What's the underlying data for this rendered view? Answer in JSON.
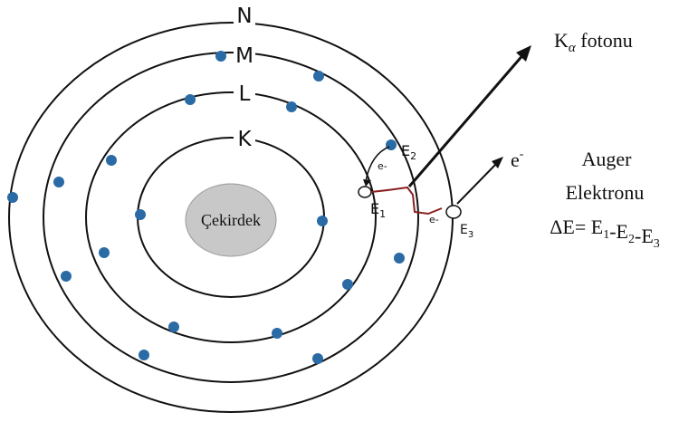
{
  "shells": {
    "k_label": "K",
    "l_label": "L",
    "m_label": "M",
    "n_label": "N"
  },
  "nucleus": {
    "label": "Çekirdek"
  },
  "photon": {
    "label_main": "K",
    "label_sub": "α",
    "label_rest": " fotonu"
  },
  "electron": {
    "symbol": "e",
    "charge": "-"
  },
  "auger": {
    "title": "Auger",
    "subtitle": "Elektronu",
    "equation": "ΔE= E1-E2-E3"
  },
  "levels": {
    "e1": {
      "base": "E",
      "sub": "1"
    },
    "e2": {
      "base": "E",
      "sub": "2"
    },
    "e3": {
      "base": "E",
      "sub": "3"
    }
  },
  "vacancy_labels": {
    "upper": "e-",
    "lower": "e-"
  },
  "colors": {
    "electron_dot": "#2a6aa5",
    "orbit": "#111111",
    "nucleus": "#c8c8c8",
    "transition": "#8a2020"
  }
}
